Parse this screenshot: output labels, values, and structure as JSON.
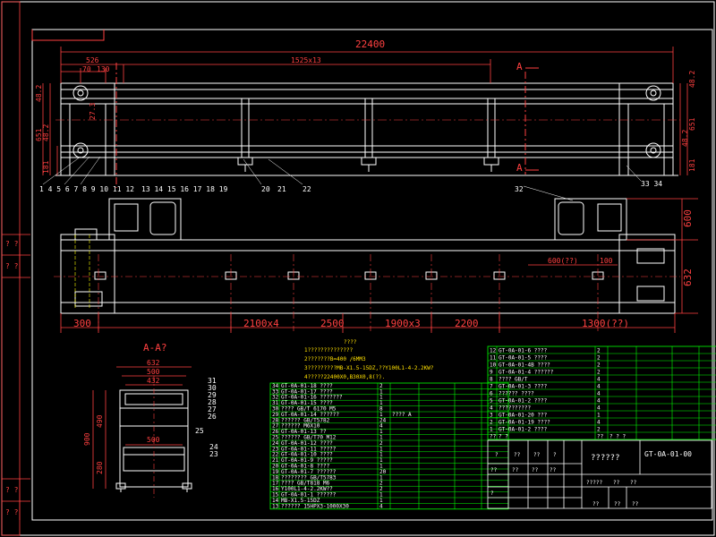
{
  "dimensions": {
    "overall": "22400",
    "d526": "526",
    "d70": "70",
    "d130": "130",
    "pitch": "1525x13",
    "sec_a_top": "A",
    "sec_a_bottom": "A",
    "left_v1": "48.2",
    "left_v2": "651",
    "left_v3": "48.2",
    "left_v4": "181",
    "left_v5": "27.3",
    "right_v1": "48.2",
    "right_v2": "651",
    "right_v3": "48.2",
    "right_v4": "181",
    "h600": "600",
    "h632": "632",
    "d600_2": "600(??)",
    "d100": "100",
    "d300": "300",
    "d2100": "2100x4",
    "d2500": "2500",
    "d1900": "1900x3",
    "d2200": "2200",
    "d1300": "1300(??)"
  },
  "callouts": {
    "row1": "1  4 5 6 7 8  9 10 11 12",
    "row2": "13 14  15  16 17 18 19",
    "b20": "20",
    "b21": "21",
    "b22": "22",
    "b3334": "33 34",
    "b32": "32"
  },
  "section": {
    "title": "A-A?",
    "w632": "632",
    "w500": "500",
    "w432": "432",
    "w500b": "500",
    "h900": "900",
    "h490": "490",
    "h280": "280",
    "n31": "31",
    "n30": "30",
    "n29": "29",
    "n28": "28",
    "n27": "27",
    "n26": "26",
    "n25": "25",
    "n24": "24",
    "n23": "23"
  },
  "notes": {
    "title": "????",
    "lines": [
      "1??????????????",
      "2???????B=400 /6MM3",
      "3?????????MB-X1.5-15DZ,??Y100L1-4-2.2KW?",
      "4?????22400X0,B30X0,8(?)."
    ]
  },
  "mid_table_rows": [
    [
      "34",
      "GT-0A-01-18 ????",
      "2",
      ""
    ],
    [
      "33",
      "GT-0A-01-17 ????",
      "1",
      ""
    ],
    [
      "32",
      "GT-0A-01-16 ???????",
      "1",
      ""
    ],
    [
      "31",
      "GT-0A-01-15 ????",
      "1",
      ""
    ],
    [
      "30",
      "????  GB/T 6170 M5",
      "8",
      ""
    ],
    [
      "29",
      "GT-0A-01-14 ??????",
      "1",
      "????  A"
    ],
    [
      "28",
      "??????  GB/T5782",
      "24",
      ""
    ],
    [
      "27",
      "??????  M6X10",
      "4",
      ""
    ],
    [
      "26",
      "GT-0A-01-13 ??",
      "1",
      ""
    ],
    [
      "25",
      "??????  GB/T70 M12",
      "1",
      ""
    ],
    [
      "24",
      "GT-0A-01-12 ????",
      "2",
      ""
    ],
    [
      "23",
      "GT-0A-01-11 ?????",
      "1",
      ""
    ],
    [
      "22",
      "GT-0A-01-10 ????",
      "1",
      ""
    ],
    [
      "21",
      "GT-0A-01-9 ?????",
      "1",
      ""
    ],
    [
      "20",
      "GT-0A-01-8 ????",
      "1",
      ""
    ],
    [
      "19",
      "GT-0A-01-7 ??????",
      "20",
      ""
    ],
    [
      "18",
      "???????? GB/T5783",
      "1",
      ""
    ],
    [
      "17",
      "????  GB/T818 M6",
      "2",
      ""
    ],
    [
      "16",
      "Y100L1-4-2.2KW??",
      "2",
      ""
    ],
    [
      "15",
      "GT-0A-01-1 ??????",
      "1",
      ""
    ],
    [
      "14",
      "MB-X1.5-15DZ",
      "1",
      ""
    ],
    [
      "13",
      "?????? 15HPX3-1000X30",
      "4",
      ""
    ]
  ],
  "right_table_rows": [
    [
      "12",
      "GT-0A-01-6 ????",
      "2",
      ""
    ],
    [
      "11",
      "GT-0A-01-5 ????",
      "2",
      ""
    ],
    [
      "10",
      "GT-0A-01-4B ????",
      "2",
      ""
    ],
    [
      "9",
      "GT-0A-01-4 ??????",
      "2",
      ""
    ],
    [
      "8",
      "????  GB/T",
      "4",
      ""
    ],
    [
      "7",
      "GT-0A-01-3 ????",
      "4",
      ""
    ],
    [
      "6",
      "?????? ????",
      "4",
      ""
    ],
    [
      "5",
      "GT-0A-01-2 ????",
      "4",
      ""
    ],
    [
      "4",
      "??????????",
      "4",
      ""
    ],
    [
      "3",
      "GT-0A-01-20 ???",
      "1",
      ""
    ],
    [
      "2",
      "GT-0A-01-19 ????",
      "4",
      ""
    ],
    [
      "1",
      "GT-0A-01-2 ????",
      "2",
      ""
    ],
    [
      "??",
      "?   ?",
      "??",
      "?  ?  ?"
    ]
  ],
  "titleblock": {
    "name": "??????",
    "code": "GT-0A-01-00",
    "h1": "?",
    "h2": "??",
    "h3": "??",
    "h4": "?",
    "r1": "??",
    "r2": "??",
    "r3": "??",
    "r4": "??",
    "c1": "?????",
    "c2": "??",
    "c3": "??",
    "c4": "?",
    "c5": "??",
    "c6": "??",
    "c7": "??"
  },
  "sidebar": {
    "t1": "? ?",
    "t2": "? ?",
    "t3": "? ?",
    "t4": "? ?"
  },
  "colors": {
    "frame": "#ffffff",
    "dimension": "#ff4040",
    "geometry": "#ffffff",
    "table_grid": "#00ff00",
    "notes": "#ffe000",
    "centerline": "#ff4040",
    "hidden": "#ffff00"
  }
}
